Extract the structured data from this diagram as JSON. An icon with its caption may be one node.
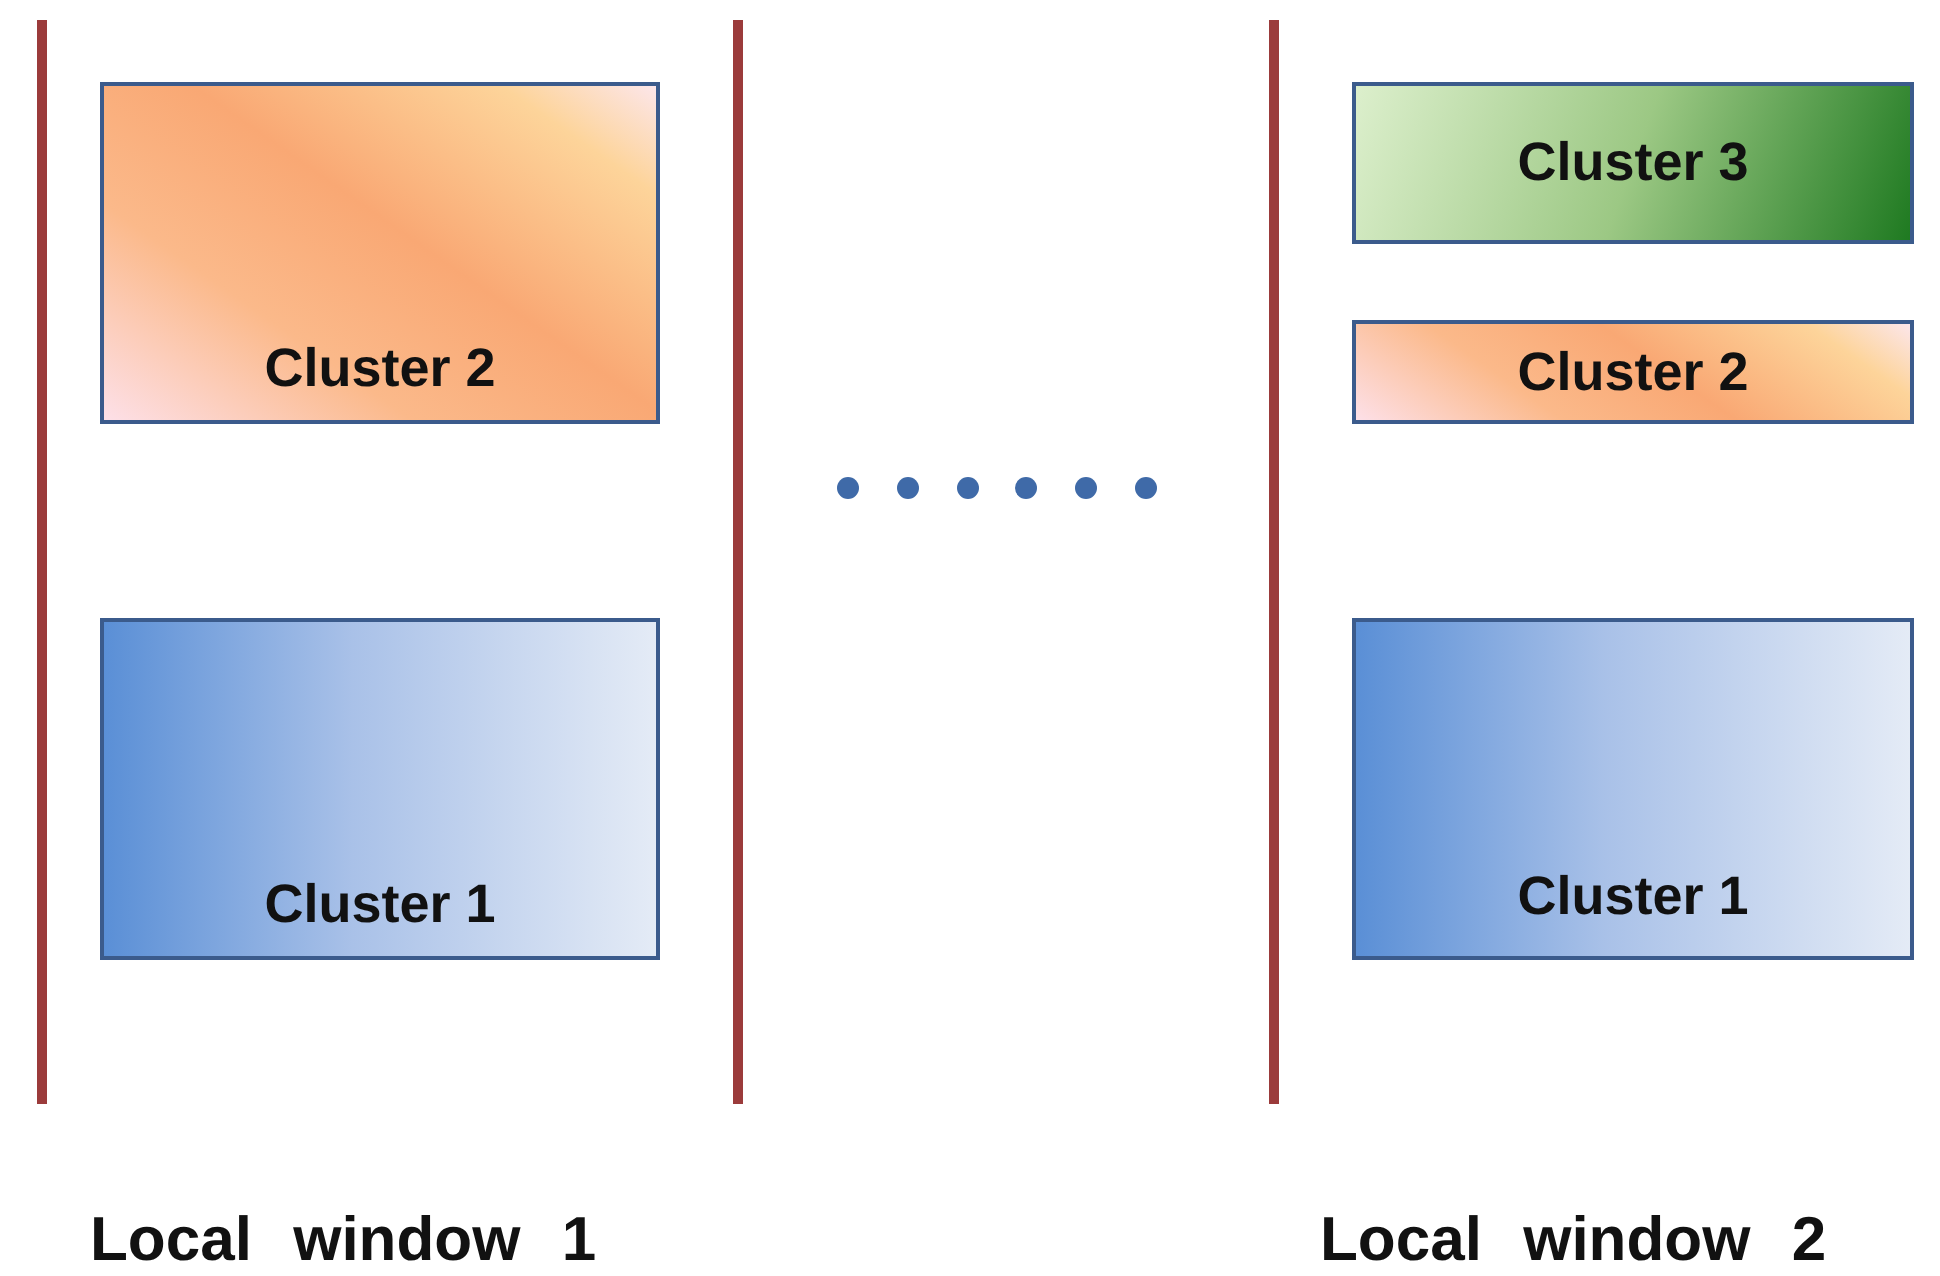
{
  "diagram": {
    "nodes": [
      {
        "text": [
          "Cluster 2"
        ]
      },
      {
        "text": [
          "Cluster 1"
        ]
      },
      {
        "text": [
          "Cluster 3"
        ]
      },
      {
        "text": [
          "Cluster 2"
        ]
      },
      {
        "text": [
          "Cluster 1"
        ]
      }
    ],
    "edges": [],
    "labels": [
      "Local window 1",
      "Local window 2"
    ]
  }
}
